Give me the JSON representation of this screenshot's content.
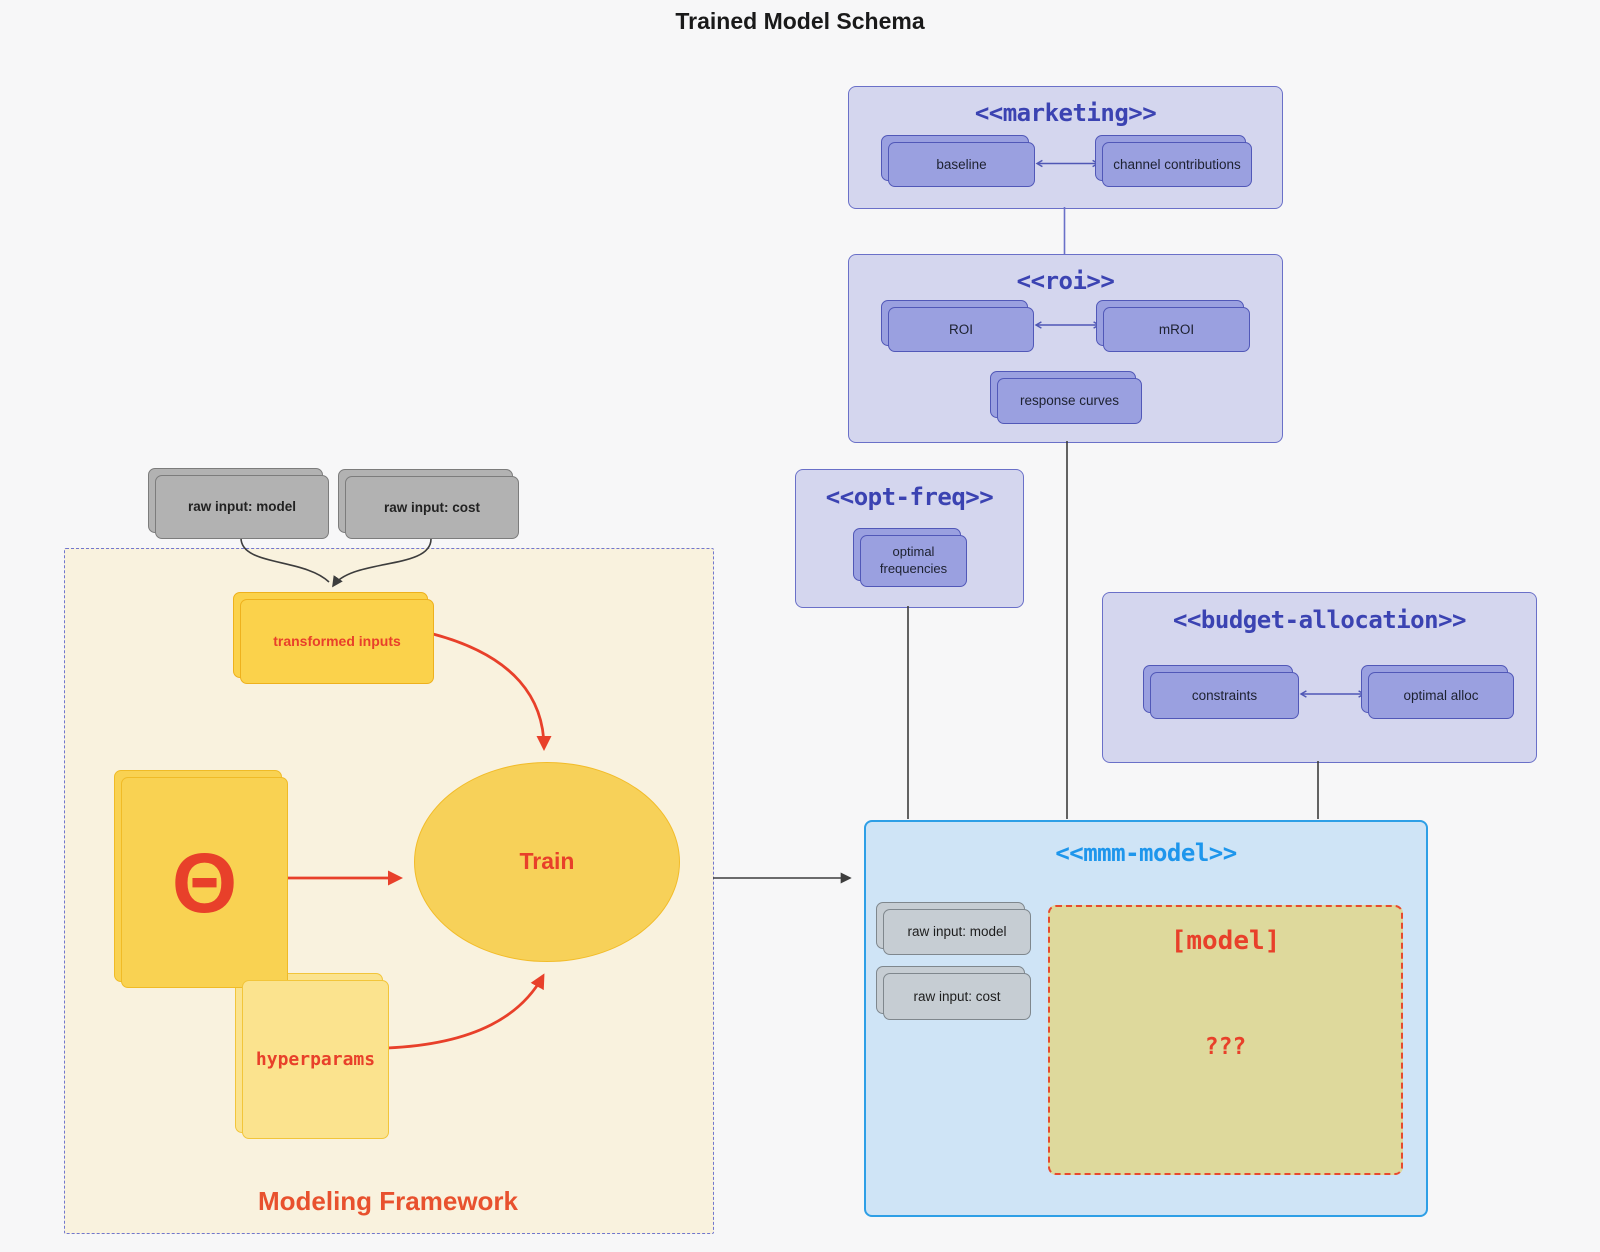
{
  "title": "Trained Model Schema",
  "colors": {
    "page_bg": "#f7f7f8",
    "group_fill": "#d4d6ee",
    "group_border": "#6a70c8",
    "group_title": "#3b43b2",
    "purple_node_fill": "#9aa0e0",
    "purple_node_border": "#5158b8",
    "mmm_fill": "#cfe4f6",
    "mmm_border": "#2e9fe6",
    "mmm_title": "#1e96ec",
    "gray_node_fill": "#b2b2b2",
    "bluegray_node_fill": "#c6cdd3",
    "framework_fill": "#f9f2de",
    "framework_border": "#7177cf",
    "yellow_fill": "#fbd24b",
    "yellow_border": "#eeb11d",
    "accent_red": "#e8402a",
    "line_dark": "#3d3d3d"
  },
  "external_inputs": {
    "raw_input_model": "raw input: model",
    "raw_input_cost": "raw input: cost"
  },
  "groups": {
    "marketing": {
      "title": "<<marketing>>",
      "nodes": {
        "baseline": "baseline",
        "channel_contributions": "channel contributions"
      }
    },
    "roi": {
      "title": "<<roi>>",
      "nodes": {
        "roi": "ROI",
        "mroi": "mROI",
        "response_curves": "response curves"
      }
    },
    "opt_freq": {
      "title": "<<opt-freq>>",
      "nodes": {
        "optimal_frequencies": "optimal frequencies"
      }
    },
    "budget_allocation": {
      "title": "<<budget-allocation>>",
      "nodes": {
        "constraints": "constraints",
        "optimal_alloc": "optimal alloc"
      }
    },
    "mmm_model": {
      "title": "<<mmm-model>>",
      "nodes": {
        "raw_input_model": "raw input: model",
        "raw_input_cost": "raw input: cost",
        "model_placeholder": "[model]",
        "unknown": "???"
      }
    },
    "modeling_framework": {
      "label": "Modeling Framework",
      "nodes": {
        "transformed_inputs": "transformed inputs",
        "theta": "Θ",
        "train": "Train",
        "hyperparams": "hyperparams"
      }
    }
  }
}
